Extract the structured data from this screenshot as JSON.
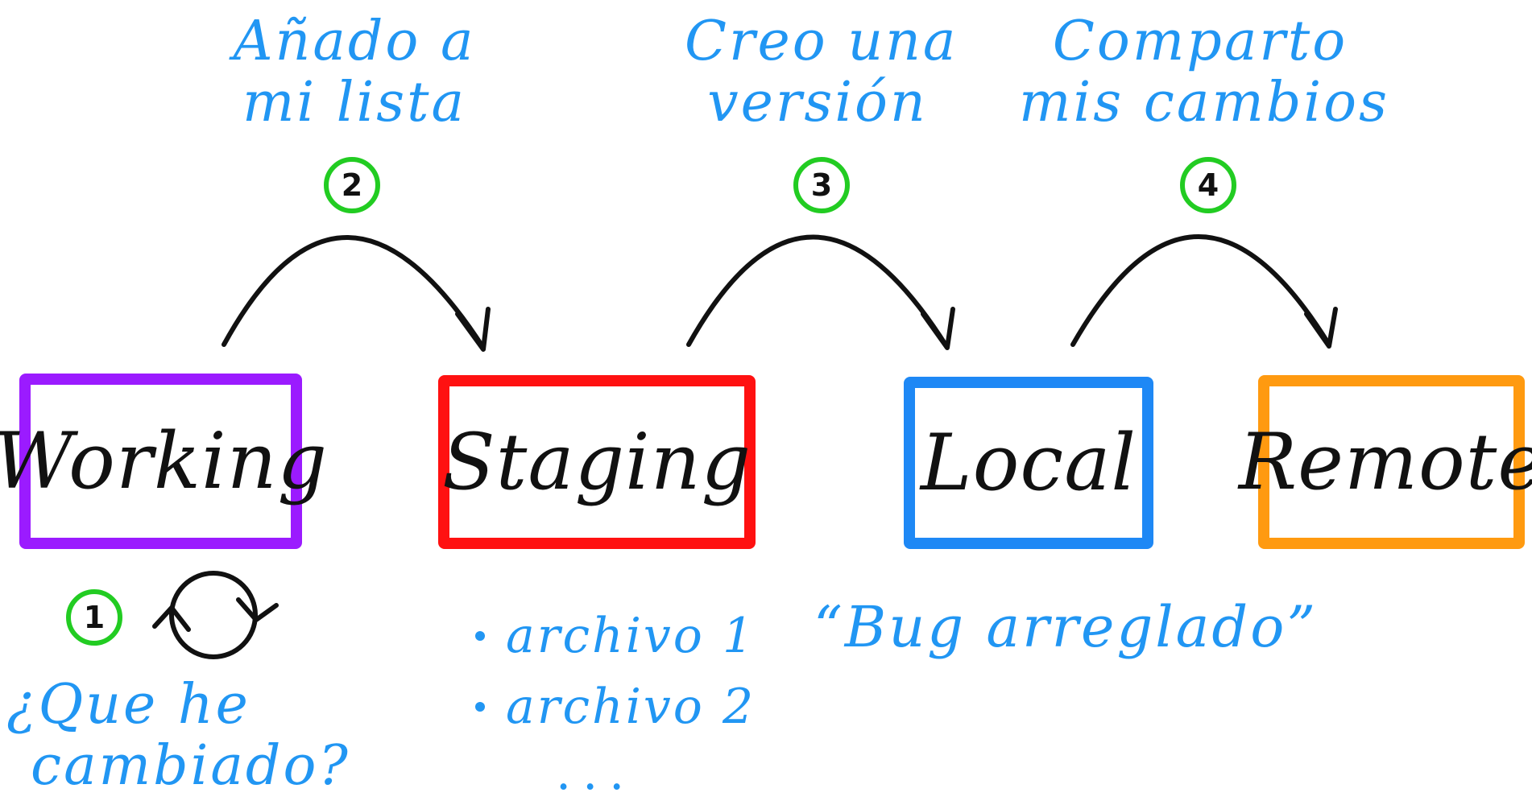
{
  "colors": {
    "working": "#9B1BFF",
    "staging": "#FF1111",
    "local": "#1E88F5",
    "remote": "#FF9A10",
    "step_circle": "#22CC22",
    "annotation": "#2196F3",
    "arrow": "#111111"
  },
  "stages": {
    "working": "Working",
    "staging": "Staging",
    "local": "Local",
    "remote": "Remote"
  },
  "steps": {
    "one": "1",
    "two": "2",
    "three": "3",
    "four": "4"
  },
  "notes": {
    "add_to_list": [
      "Añado a",
      "mi lista"
    ],
    "create_version": [
      "Creo una",
      "versión"
    ],
    "share_changes": [
      "Comparto",
      "mis cambios"
    ],
    "what_changed": [
      "¿Que he",
      "cambiado?"
    ],
    "commit_message": "“Bug arreglado”"
  },
  "staging_files": [
    "archivo 1",
    "archivo 2"
  ],
  "staging_more": "...",
  "icons": {
    "arrows": "curved-arrow-icon",
    "refresh": "refresh-cycle-icon"
  }
}
